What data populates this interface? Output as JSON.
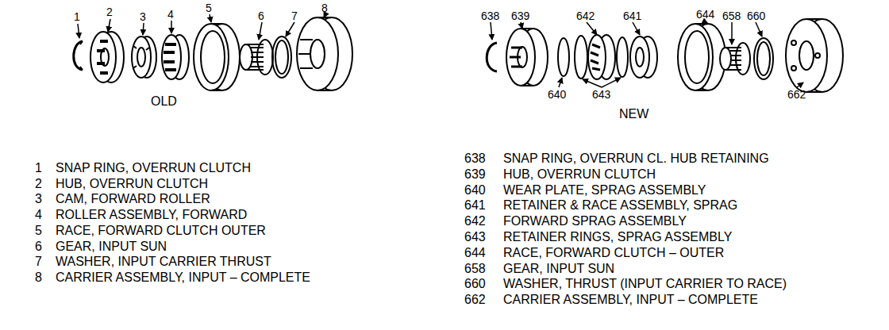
{
  "diagram": {
    "labels": [
      "1",
      "2",
      "3",
      "4",
      "5",
      "6",
      "7",
      "8",
      "OLD",
      "638",
      "639",
      "642",
      "641",
      "644",
      "658",
      "660",
      "640",
      "643",
      "662",
      "NEW",
      "1",
      "SNAP RING, OVERRUN CLUTCH",
      "2",
      "HUB, OVERRUN CLUTCH",
      "3",
      "CAM, FORWARD ROLLER",
      "4",
      "ROLLER ASSEMBLY, FORWARD",
      "5",
      "RACE, FORWARD CLUTCH OUTER",
      "6",
      "GEAR, INPUT SUN",
      "7",
      "WASHER, INPUT CARRIER THRUST",
      "8",
      "CARRIER ASSEMBLY, INPUT – COMPLETE",
      "638",
      "SNAP RING, OVERRUN CL. HUB RETAINING",
      "639",
      "HUB, OVERRUN CLUTCH",
      "640",
      "WEAR PLATE, SPRAG ASSEMBLY",
      "641",
      "RETAINER & RACE ASSEMBLY, SPRAG",
      "642",
      "FORWARD SPRAG ASSEMBLY",
      "643",
      "RETAINER RINGS, SPRAG ASSEMBLY",
      "644",
      "RACE, FORWARD CLUTCH – OUTER",
      "658",
      "GEAR, INPUT SUN",
      "660",
      "WASHER, THRUST (INPUT CARRIER TO RACE)",
      "662",
      "CARRIER ASSEMBLY, INPUT – COMPLETE"
    ]
  }
}
